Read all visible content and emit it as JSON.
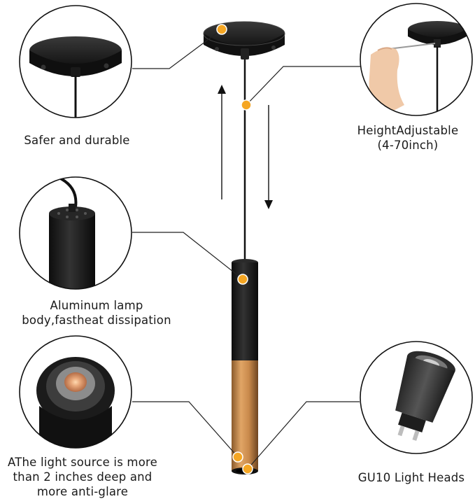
{
  "callouts": {
    "safer": {
      "text": "Safer and durable"
    },
    "height": {
      "line1": "HeightAdjustable",
      "line2": "(4-70inch)"
    },
    "aluminum": {
      "line1": "Aluminum lamp",
      "line2": "body,fastheat dissipation"
    },
    "light_source": {
      "line1": "AThe light source is more",
      "line2": "than 2 inches deep and",
      "line3": "more anti-glare"
    },
    "gu10": {
      "text": "GU10 Light Heads"
    }
  },
  "colors": {
    "marker": "#f5a623",
    "lamp_body": "#1c1c1c",
    "lamp_copper": "#c98a4c",
    "leader_line": "#222222"
  }
}
